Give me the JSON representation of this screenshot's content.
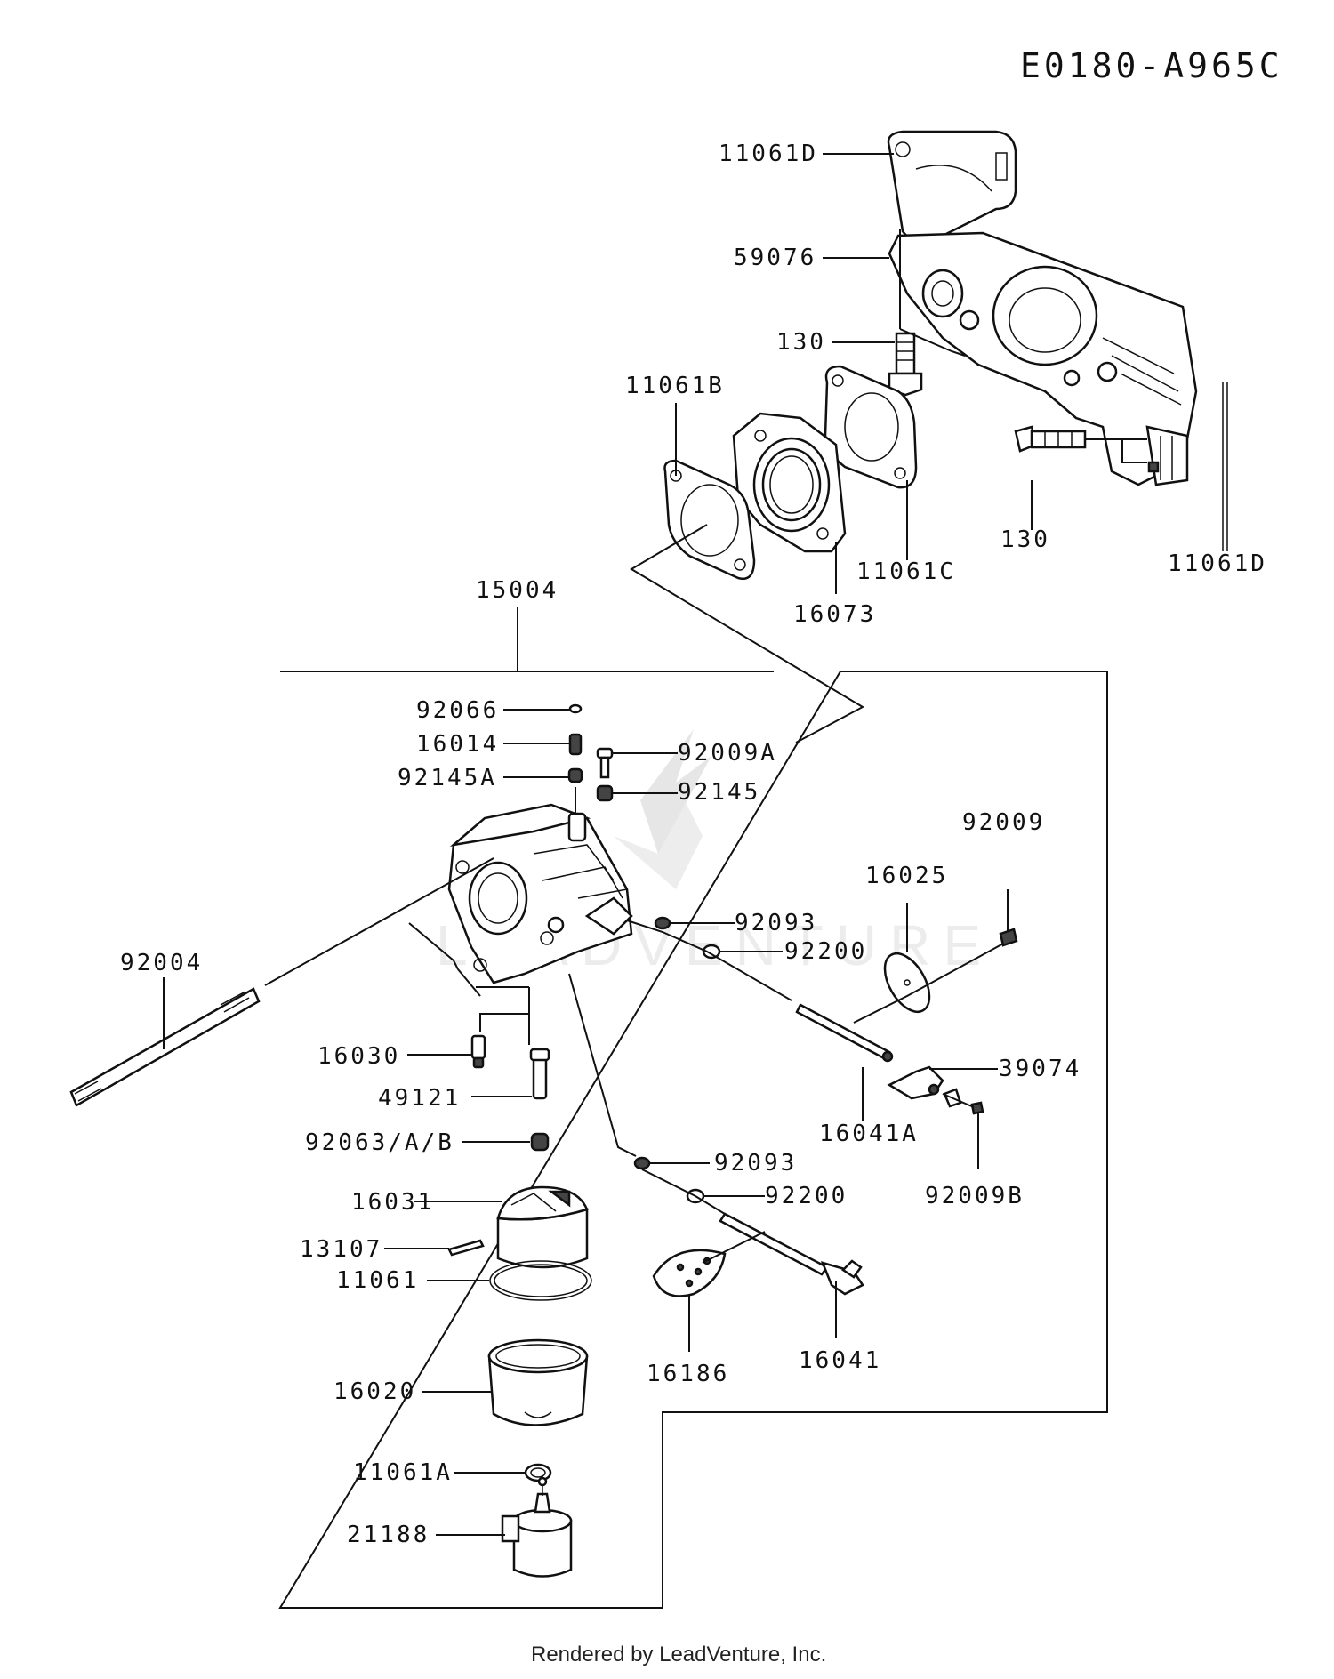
{
  "diagram_code": "E0180-A965C",
  "footer": "Rendered by LeadVenture, Inc.",
  "watermark": "LEADVENTURE",
  "labels": {
    "p11061D_top": "11061D",
    "p59076": "59076",
    "p130_left": "130",
    "p11061B": "11061B",
    "p130_right": "130",
    "p11061D_right": "11061D",
    "p11061C": "11061C",
    "p16073": "16073",
    "p15004": "15004",
    "p92066": "92066",
    "p16014": "16014",
    "p92009A": "92009A",
    "p92145A": "92145A",
    "p92145": "92145",
    "p92009": "92009",
    "p16025": "16025",
    "p92093_a": "92093",
    "p92200_a": "92200",
    "p92004": "92004",
    "p16030": "16030",
    "p39074": "39074",
    "p49121": "49121",
    "p16041A": "16041A",
    "p92063AB": "92063/A/B",
    "p92093_b": "92093",
    "p92009B": "92009B",
    "p92200_b": "92200",
    "p16031": "16031",
    "p13107": "13107",
    "p11061": "11061",
    "p16041": "16041",
    "p16186": "16186",
    "p16020": "16020",
    "p11061A": "11061A",
    "p21188": "21188"
  }
}
